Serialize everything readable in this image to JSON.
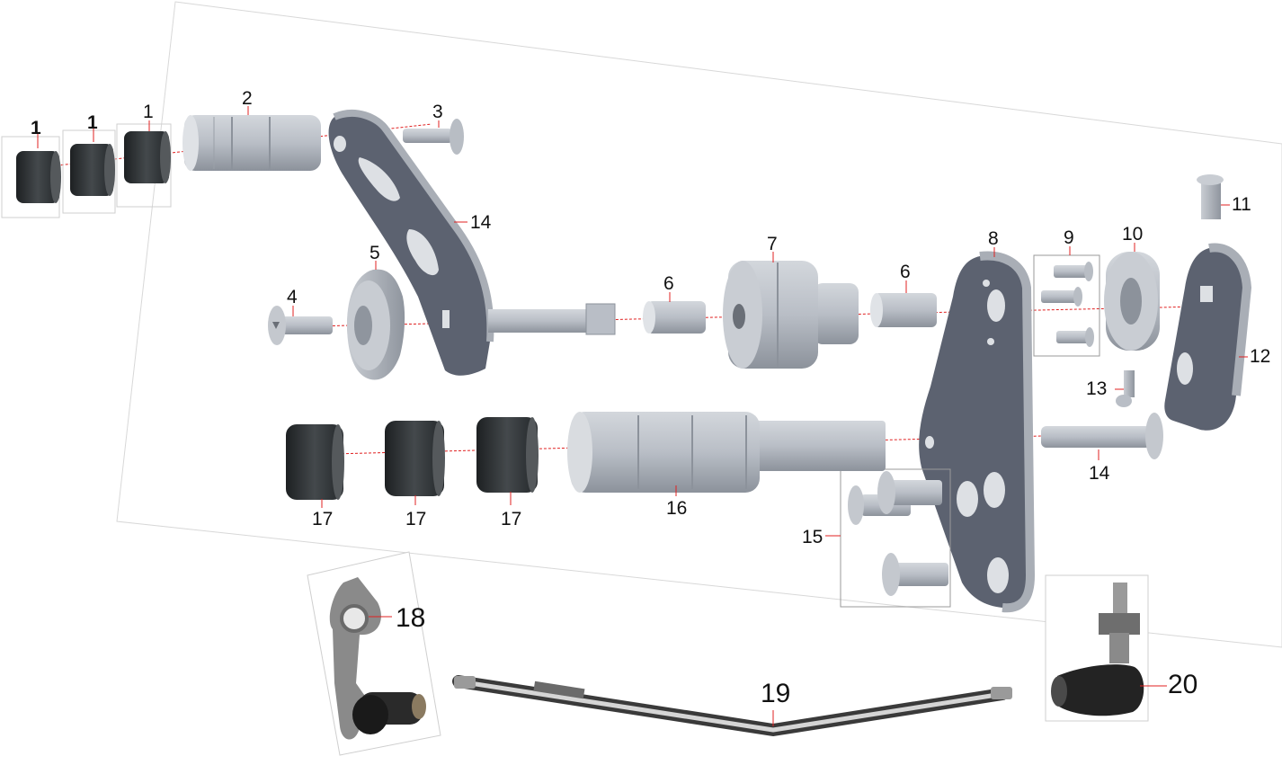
{
  "diagram": {
    "parts": [
      {
        "id": "p1a",
        "number": "1"
      },
      {
        "id": "p1b",
        "number": "1"
      },
      {
        "id": "p1c",
        "number": "1"
      },
      {
        "id": "p2",
        "number": "2"
      },
      {
        "id": "p3",
        "number": "3"
      },
      {
        "id": "p14a",
        "number": "14"
      },
      {
        "id": "p5",
        "number": "5"
      },
      {
        "id": "p4",
        "number": "4"
      },
      {
        "id": "p6a",
        "number": "6"
      },
      {
        "id": "p7",
        "number": "7"
      },
      {
        "id": "p6b",
        "number": "6"
      },
      {
        "id": "p8",
        "number": "8"
      },
      {
        "id": "p9",
        "number": "9"
      },
      {
        "id": "p10",
        "number": "10"
      },
      {
        "id": "p11",
        "number": "11"
      },
      {
        "id": "p12",
        "number": "12"
      },
      {
        "id": "p13",
        "number": "13"
      },
      {
        "id": "p14b",
        "number": "14"
      },
      {
        "id": "p15",
        "number": "15"
      },
      {
        "id": "p16",
        "number": "16"
      },
      {
        "id": "p17a",
        "number": "17"
      },
      {
        "id": "p17b",
        "number": "17"
      },
      {
        "id": "p17c",
        "number": "17"
      },
      {
        "id": "p18",
        "number": "18"
      },
      {
        "id": "p19",
        "number": "19"
      },
      {
        "id": "p20",
        "number": "20"
      }
    ],
    "colors": {
      "metal": "#b9bec6",
      "metal_dark": "#8c929b",
      "plate": "#5c6270",
      "rubber": "#2e3234",
      "leader": "#e02020",
      "frame": "#9a9a9a"
    }
  }
}
